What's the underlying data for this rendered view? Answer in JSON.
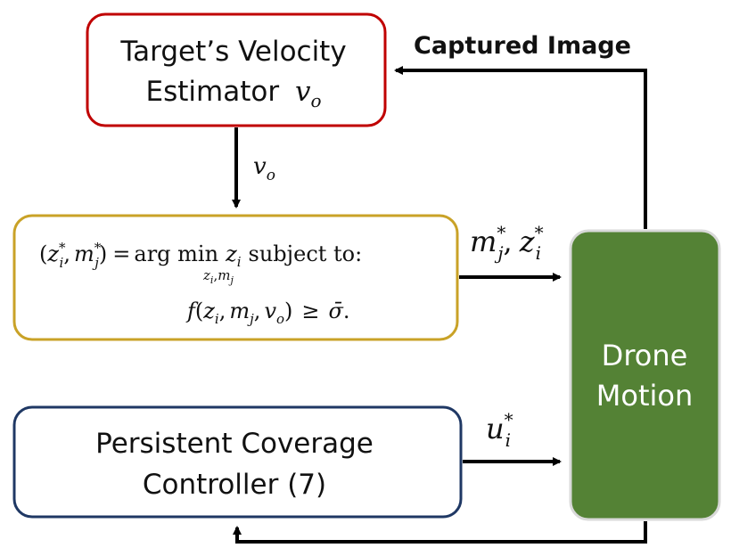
{
  "colors": {
    "estimator_border": "#c00000",
    "optimizer_border": "#c9a227",
    "controller_border": "#1f3864",
    "drone_fill": "#548235",
    "arrow": "#000000"
  },
  "estimator": {
    "line1": "Target’s Velocity",
    "line2": "Estimator",
    "symbol_base": "v",
    "symbol_sub": "o"
  },
  "edges": {
    "captured_image": "Captured Image",
    "velocity": {
      "base": "v",
      "sub": "o"
    },
    "assignment": {
      "m": "m",
      "m_sub": "j",
      "sep": ",",
      "z": "z",
      "z_sub": "i",
      "star": "*"
    },
    "control": {
      "base": "u",
      "sub": "i",
      "star": "*"
    }
  },
  "optimizer": {
    "line1": {
      "open": "(",
      "z": "z",
      "z_sub": "i",
      "star": "*",
      "comma": ",",
      "m": "m",
      "m_sub": "j",
      "close": ")",
      "eq": "=",
      "argmin": "arg min",
      "under": "z",
      "under_sub1": "i",
      "under_comma": ",",
      "under_m": "m",
      "under_sub2": "j",
      "obj": "z",
      "obj_sub": "i",
      "subject_to": "subject to:"
    },
    "line2": {
      "f": "f",
      "open": "(",
      "z": "z",
      "z_sub": "i",
      "c1": ",",
      "m": "m",
      "m_sub": "j",
      "c2": ",",
      "v": "v",
      "v_sub": "o",
      "close": ")",
      "geq": "≥",
      "sigma": "σ̄",
      "period": "."
    }
  },
  "controller": {
    "line1": "Persistent Coverage",
    "line2": "Controller (7)"
  },
  "drone": {
    "line1": "Drone",
    "line2": "Motion"
  }
}
